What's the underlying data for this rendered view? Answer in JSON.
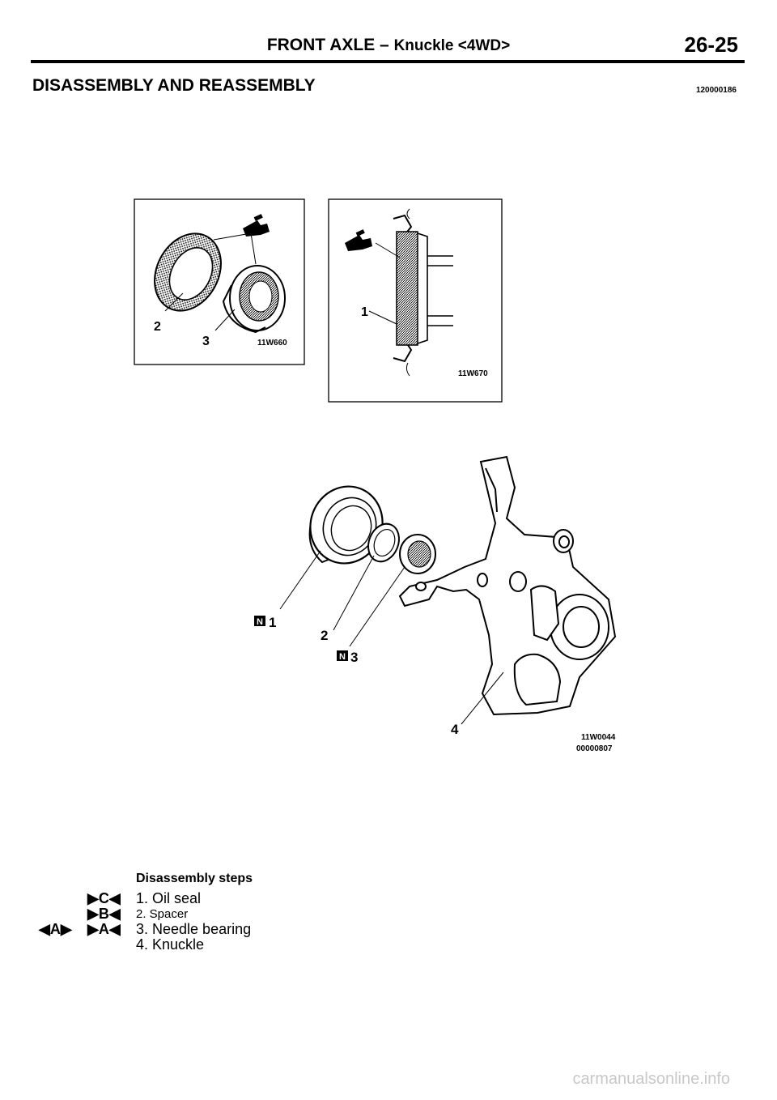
{
  "header": {
    "title_main": "FRONT AXLE –",
    "title_sub": "Knuckle <4WD>",
    "page_number": "26-25"
  },
  "section": {
    "title": "DISASSEMBLY AND REASSEMBLY",
    "code": "120000186"
  },
  "figures": {
    "left_box": {
      "label_2": "2",
      "label_3": "3",
      "code": "11W660"
    },
    "right_box": {
      "label_1": "1",
      "code": "11W670"
    },
    "main": {
      "label_1": "1",
      "label_2": "2",
      "label_3": "3",
      "label_4": "4",
      "code1": "11W0044",
      "code2": "00000807",
      "new_part_mark": "N"
    }
  },
  "steps": {
    "title": "Disassembly steps",
    "items": [
      "1. Oil seal",
      "2. Spacer",
      "3. Needle bearing",
      "4. Knuckle"
    ],
    "marks": [
      "C",
      "B",
      "A"
    ],
    "extra_mark": "A"
  },
  "watermark": "carmanualsonline.info"
}
